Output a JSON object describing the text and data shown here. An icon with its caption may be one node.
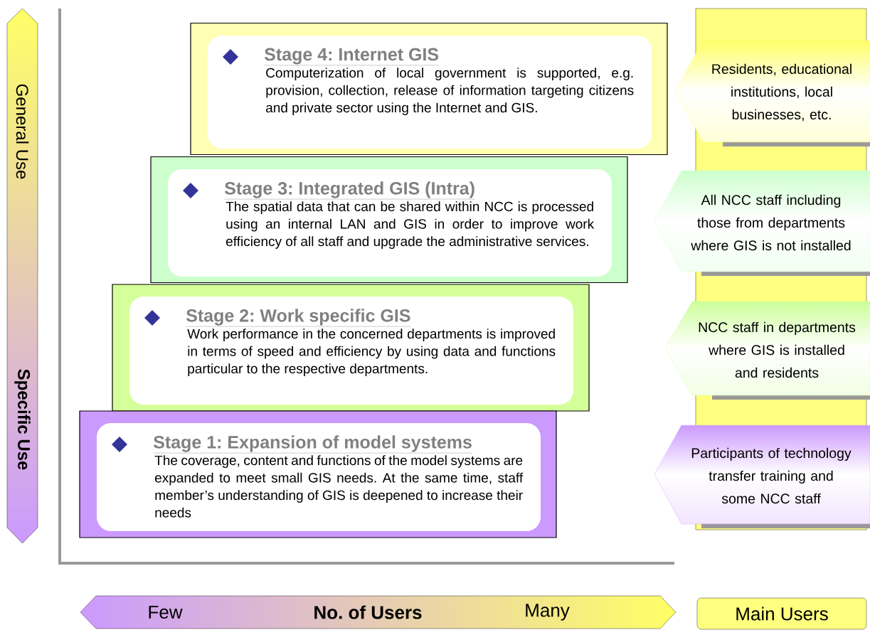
{
  "diagram": {
    "nodes": [
      {
        "text": [
          "General Use",
          "Specific Use"
        ]
      },
      {
        "text": [
          "Stage 4: Internet GIS",
          "Computerization of local government is supported, e.g. provision, collection, release of information targeting citizens and private sector using the Internet and GIS."
        ]
      },
      {
        "text": [
          "Residents, educational institutions, local businesses, etc."
        ]
      },
      {
        "text": [
          "Stage 3: Integrated GIS (Intra)",
          "The spatial data that can be shared within NCC is processed using an internal LAN and GIS in order to improve work efficiency of all staff and upgrade the administrative services."
        ]
      },
      {
        "text": [
          "All NCC staff including those from departments where GIS is not installed"
        ]
      },
      {
        "text": [
          "Stage 2: Work specific GIS",
          "Work performance in the concerned departments is improved in terms of speed and efficiency by using data and functions particular to the respective departments."
        ]
      },
      {
        "text": [
          "NCC staff in departments where GIS is installed and residents"
        ]
      },
      {
        "text": [
          "Stage 1: Expansion of model systems",
          "The coverage, content and functions of the model systems are expanded to meet small GIS needs. At the same time, staff member’s understanding of GIS is deepened to increase their needs"
        ]
      },
      {
        "text": [
          "Participants of technology transfer training and some NCC staff"
        ]
      },
      {
        "text": [
          "Few",
          "No. of Users",
          "Many"
        ]
      },
      {
        "text": [
          "Main Users"
        ]
      }
    ]
  }
}
